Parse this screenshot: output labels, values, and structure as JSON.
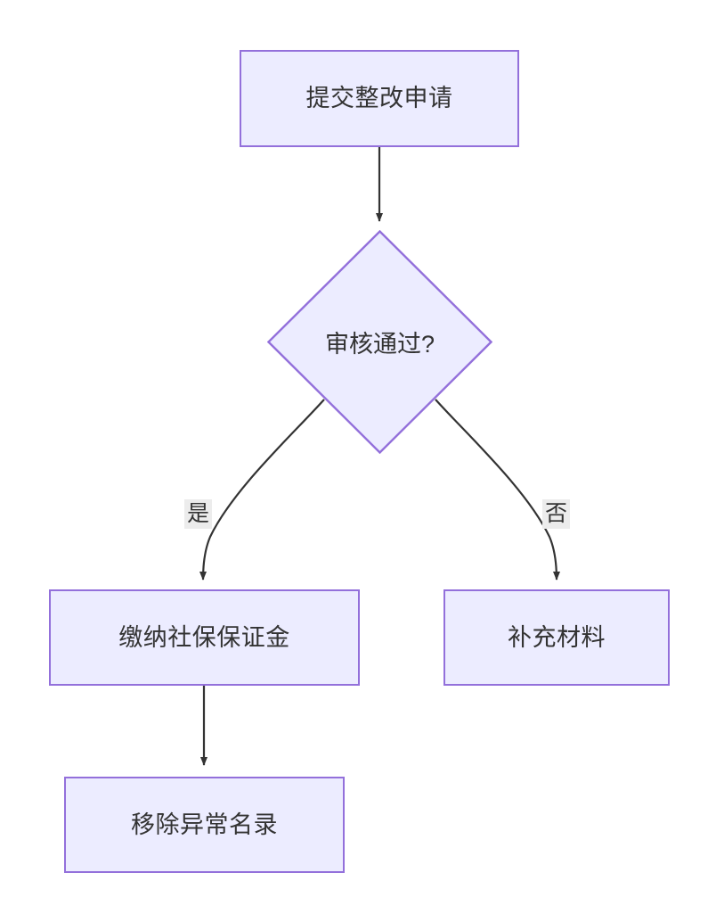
{
  "diagram": {
    "type": "flowchart",
    "direction": "top-down",
    "background_color": "#ffffff",
    "node_fill_color": "#ececff",
    "node_border_color": "#9370db",
    "text_color": "#333333",
    "edge_color": "#333333",
    "edge_label_background": "#ececec",
    "nodes": [
      {
        "id": "n1",
        "label": "提交整改申请",
        "shape": "rect"
      },
      {
        "id": "n2",
        "label": "审核通过?",
        "shape": "diamond"
      },
      {
        "id": "n3",
        "label": "缴纳社保保证金",
        "shape": "rect"
      },
      {
        "id": "n4",
        "label": "补充材料",
        "shape": "rect"
      },
      {
        "id": "n5",
        "label": "移除异常名录",
        "shape": "rect"
      }
    ],
    "edges": [
      {
        "from": "n1",
        "to": "n2",
        "label": ""
      },
      {
        "from": "n2",
        "to": "n3",
        "label": "是"
      },
      {
        "from": "n2",
        "to": "n4",
        "label": "否"
      },
      {
        "from": "n3",
        "to": "n5",
        "label": ""
      }
    ]
  }
}
